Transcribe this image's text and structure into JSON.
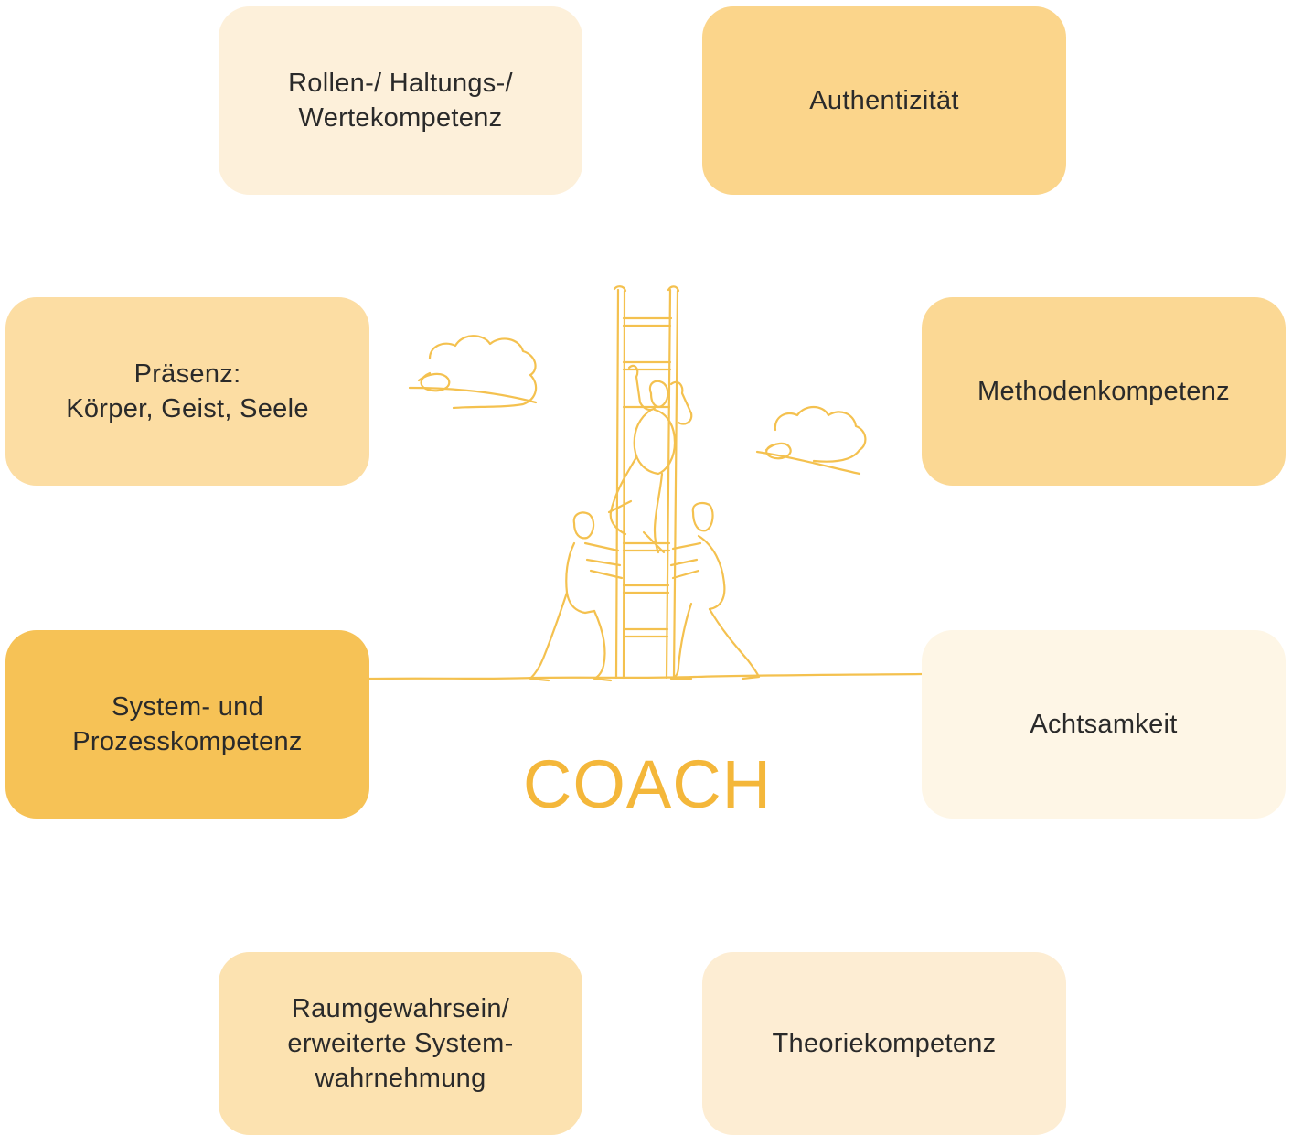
{
  "center_label": "COACH",
  "colors": {
    "accent": "#F4B73A",
    "line": "#F4C14F",
    "text": "#2A2A2A"
  },
  "boxes": [
    {
      "id": "rollen",
      "label": "Rollen-/ Haltungs-/\nWertekompetenz",
      "color": "#FDF0DA"
    },
    {
      "id": "authentizitaet",
      "label": "Authentizität",
      "color": "#FBD58B"
    },
    {
      "id": "praesenz",
      "label": "Präsenz:\nKörper, Geist, Seele",
      "color": "#FCDDA3"
    },
    {
      "id": "methoden",
      "label": "Methodenkompetenz",
      "color": "#FBD894"
    },
    {
      "id": "system",
      "label": "System- und\nProzesskompetenz",
      "color": "#F6C256"
    },
    {
      "id": "achtsamkeit",
      "label": "Achtsamkeit",
      "color": "#FEF6E6"
    },
    {
      "id": "raum",
      "label": "Raumgewahrsein/\nerweiterte System-\nwahrnehmung",
      "color": "#FCE2B0"
    },
    {
      "id": "theorie",
      "label": "Theoriekompetenz",
      "color": "#FDEDD3"
    }
  ],
  "illustration": {
    "figures": [
      "climber",
      "left-supporter",
      "right-supporter"
    ],
    "objects": [
      "ladder",
      "cloud-left",
      "cloud-right",
      "ground-line"
    ]
  }
}
